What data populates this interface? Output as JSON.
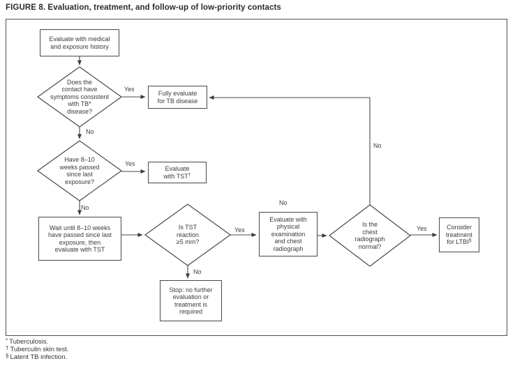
{
  "title": "FIGURE 8. Evaluation, treatment, and follow-up of low-priority contacts",
  "diagram": {
    "type": "flowchart",
    "nodes": {
      "start": {
        "shape": "rect",
        "label": "Evaluate with medical\nand exposure history"
      },
      "symptoms": {
        "shape": "diamond",
        "label": "Does the\ncontact have\nsymptoms consistent\nwith TB*\ndisease?"
      },
      "fully_evaluate": {
        "shape": "rect",
        "label": "Fully evaluate\nfor TB disease"
      },
      "weeks_passed": {
        "shape": "diamond",
        "label": "Have 8–10\nweeks passed\nsince last\nexposure?"
      },
      "evaluate_tst": {
        "shape": "rect",
        "label": "Evaluate\nwith TST",
        "sup": "†"
      },
      "wait": {
        "shape": "rect",
        "label": "Wait until 8–10 weeks\nhave passed since last\nexposure, then\nevaluate with TST"
      },
      "tst_reaction": {
        "shape": "diamond",
        "label": "Is TST\nreaction\n≥5 mm?"
      },
      "stop": {
        "shape": "rect",
        "label": "Stop: no further\nevaluation or\ntreatment is\nrequired"
      },
      "physical": {
        "shape": "rect",
        "label": "Evaluate with\nphysical\nexamination\nand chest\nradiograph"
      },
      "radiograph": {
        "shape": "diamond",
        "label": "Is the\nchest\nradiograph\nnormal?"
      },
      "consider": {
        "shape": "rect",
        "label": "Consider\ntreatment\nfor LTBI",
        "sup": "§"
      }
    },
    "edge_labels": {
      "symptoms_yes": "Yes",
      "symptoms_no": "No",
      "weeks_yes": "Yes",
      "weeks_no": "No",
      "tst_yes": "Yes",
      "tst_no": "No",
      "physical_no": "No",
      "radiograph_yes": "Yes",
      "radiograph_no": "No"
    }
  },
  "footnotes": [
    {
      "marker": "*",
      "text": "Tuberculosis."
    },
    {
      "marker": "†",
      "text": "Tuberculin skin test."
    },
    {
      "marker": "§",
      "text": "Latent TB infection."
    }
  ]
}
